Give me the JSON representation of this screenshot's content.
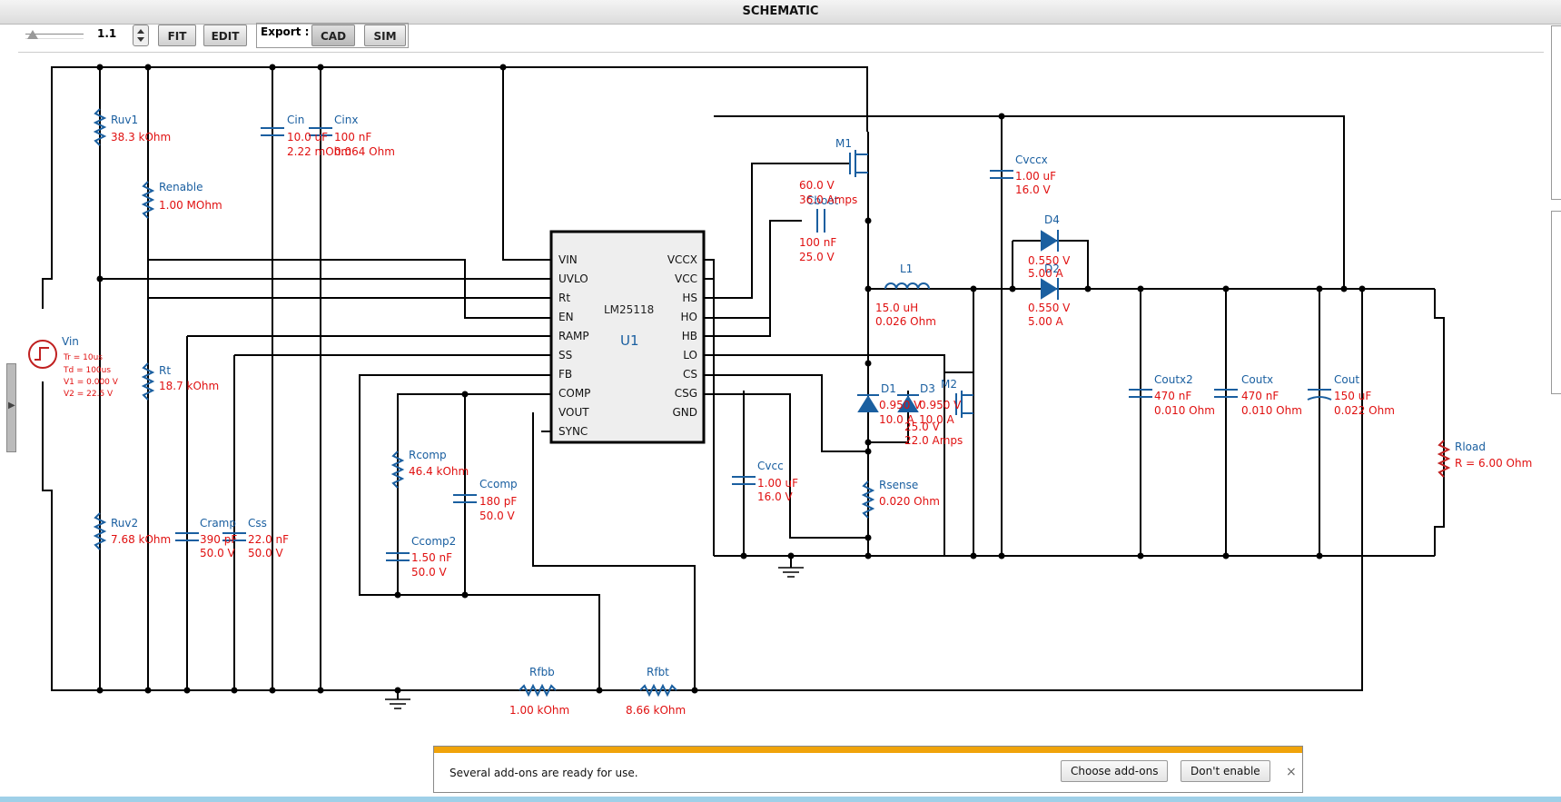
{
  "window": {
    "title": "SCHEMATIC"
  },
  "toolbar": {
    "zoom_value": "1.1",
    "fit_label": "FIT",
    "edit_label": "EDIT",
    "export_label": "Export :",
    "cad_label": "CAD",
    "sim_label": "SIM"
  },
  "ic": {
    "part": "LM25118",
    "ref": "U1",
    "left_pins": [
      "VIN",
      "UVLO",
      "Rt",
      "EN",
      "RAMP",
      "SS",
      "FB",
      "COMP",
      "VOUT",
      "SYNC"
    ],
    "right_pins": [
      "VCCX",
      "VCC",
      "HS",
      "HO",
      "HB",
      "LO",
      "CS",
      "CSG",
      "GND"
    ]
  },
  "components": {
    "vin": {
      "name": "Vin",
      "tr": "Tr = 10us",
      "td": "Td = 100us",
      "v1": "V1 = 0.000 V",
      "v2": "V2 = 22.5 V"
    },
    "ruv1": {
      "name": "Ruv1",
      "value": "38.3 kOhm"
    },
    "renable": {
      "name": "Renable",
      "value": "1.00 MOhm"
    },
    "cin": {
      "name": "Cin",
      "value": "10.0 uF",
      "esr": "2.22 mOhm"
    },
    "cinx": {
      "name": "Cinx",
      "value": "100 nF",
      "esr": "0.064 Ohm"
    },
    "rt": {
      "name": "Rt",
      "value": "18.7 kOhm"
    },
    "ruv2": {
      "name": "Ruv2",
      "value": "7.68 kOhm"
    },
    "cramp": {
      "name": "Cramp",
      "value": "390 pF",
      "volt": "50.0 V"
    },
    "css": {
      "name": "Css",
      "value": "22.0 nF",
      "volt": "50.0 V"
    },
    "rcomp": {
      "name": "Rcomp",
      "value": "46.4 kOhm"
    },
    "ccomp": {
      "name": "Ccomp",
      "value": "180 pF",
      "volt": "50.0 V"
    },
    "ccomp2": {
      "name": "Ccomp2",
      "value": "1.50 nF",
      "volt": "50.0 V"
    },
    "rfbb": {
      "name": "Rfbb",
      "value": "1.00 kOhm"
    },
    "rfbt": {
      "name": "Rfbt",
      "value": "8.66 kOhm"
    },
    "m1": {
      "name": "M1",
      "volt": "60.0 V",
      "amps": "36.0 Amps"
    },
    "cboot": {
      "name": "Cboot",
      "value": "100 nF",
      "volt": "25.0 V"
    },
    "l1": {
      "name": "L1",
      "value": "15.0 uH",
      "esr": "0.026 Ohm"
    },
    "d1": {
      "name": "D1",
      "volt": "0.950 V",
      "amps": "10.0 A"
    },
    "d3": {
      "name": "D3",
      "volt": "0.950 V",
      "amps": "10.0 A"
    },
    "m2": {
      "name": "M2",
      "volt": "25.0 V",
      "amps": "22.0 Amps"
    },
    "cvcc": {
      "name": "Cvcc",
      "value": "1.00 uF",
      "volt": "16.0 V"
    },
    "rsense": {
      "name": "Rsense",
      "value": "0.020 Ohm"
    },
    "cvccx": {
      "name": "Cvccx",
      "value": "1.00 uF",
      "volt": "16.0 V"
    },
    "d4": {
      "name": "D4",
      "volt": "0.550 V",
      "amps": "5.00 A"
    },
    "d2": {
      "name": "D2",
      "volt": "0.550 V",
      "amps": "5.00 A"
    },
    "coutx2": {
      "name": "Coutx2",
      "value": "470 nF",
      "esr": "0.010 Ohm"
    },
    "coutx": {
      "name": "Coutx",
      "value": "470 nF",
      "esr": "0.010 Ohm"
    },
    "cout": {
      "name": "Cout",
      "value": "150 uF",
      "esr": "0.022 Ohm"
    },
    "rload": {
      "name": "Rload",
      "value": "R = 6.00 Ohm"
    }
  },
  "notification": {
    "message": "Several add-ons are ready for use.",
    "choose_label": "Choose add-ons",
    "dont_label": "Don't enable",
    "close_glyph": "×"
  },
  "colors": {
    "wire": "#000000",
    "component": "#1a5fa0",
    "value": "#e01010",
    "accent": "#f0a30a"
  }
}
